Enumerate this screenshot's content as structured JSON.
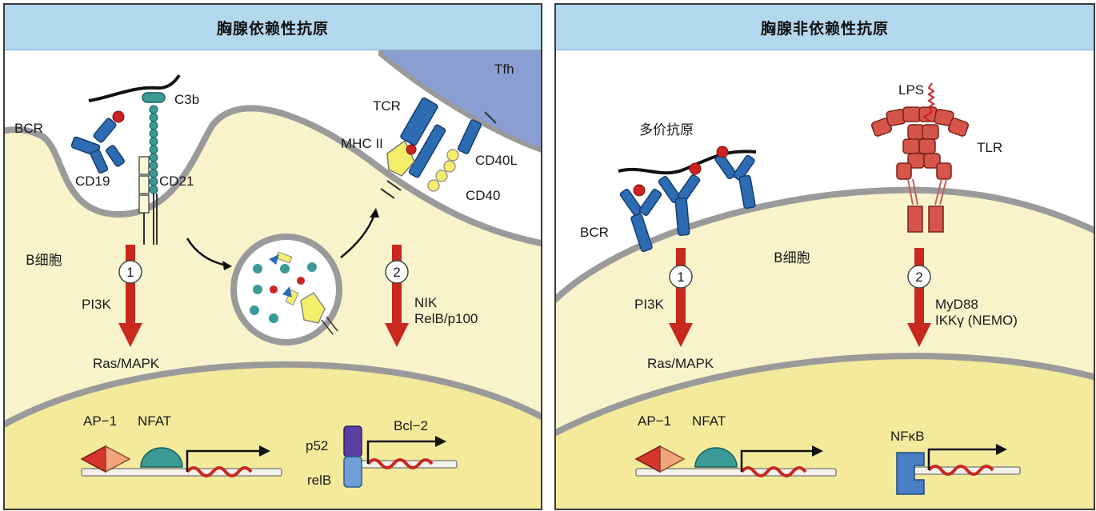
{
  "left": {
    "title": "胸腺依赖性抗原",
    "labels": {
      "bcr": "BCR",
      "c3b": "C3b",
      "cd19": "CD19",
      "cd21": "CD21",
      "tfh": "Tfh",
      "tcr": "TCR",
      "mhc2": "MHC II",
      "cd40l": "CD40L",
      "cd40": "CD40",
      "bcell": "B细胞",
      "pathway1_label": "PI3K",
      "pathway1_num": "1",
      "pathway1_target": "Ras/MAPK",
      "pathway2_num": "2",
      "pathway2_line1": "NIK",
      "pathway2_line2": "RelB/p100",
      "ap1": "AP−1",
      "nfat": "NFAT",
      "bcl2": "Bcl−2",
      "p52": "p52",
      "relb": "relB"
    }
  },
  "right": {
    "title": "胸腺非依赖性抗原",
    "labels": {
      "lps": "LPS",
      "tlr": "TLR",
      "multivalent": "多价抗原",
      "bcr": "BCR",
      "bcell": "B细胞",
      "pathway1_num": "1",
      "pathway1_label": "PI3K",
      "pathway1_target": "Ras/MAPK",
      "pathway2_num": "2",
      "pathway2_line1": "MyD88",
      "pathway2_line2": "IKKγ (NEMO)",
      "ap1": "AP−1",
      "nfat": "NFAT",
      "nfkb": "NFκB"
    }
  },
  "colors": {
    "header": "#b4d8ee",
    "cytoplasm": "#f9f3cc",
    "nucleus": "#f4ea9c",
    "membrane": "#9a9a9a",
    "tfh": "#8a9ed4",
    "receptor_blue": "#2d6cb2",
    "antigen_red": "#cc2222",
    "arrow_red": "#c8281e",
    "yellow": "#f5ee6a",
    "teal": "#3a9a96"
  }
}
